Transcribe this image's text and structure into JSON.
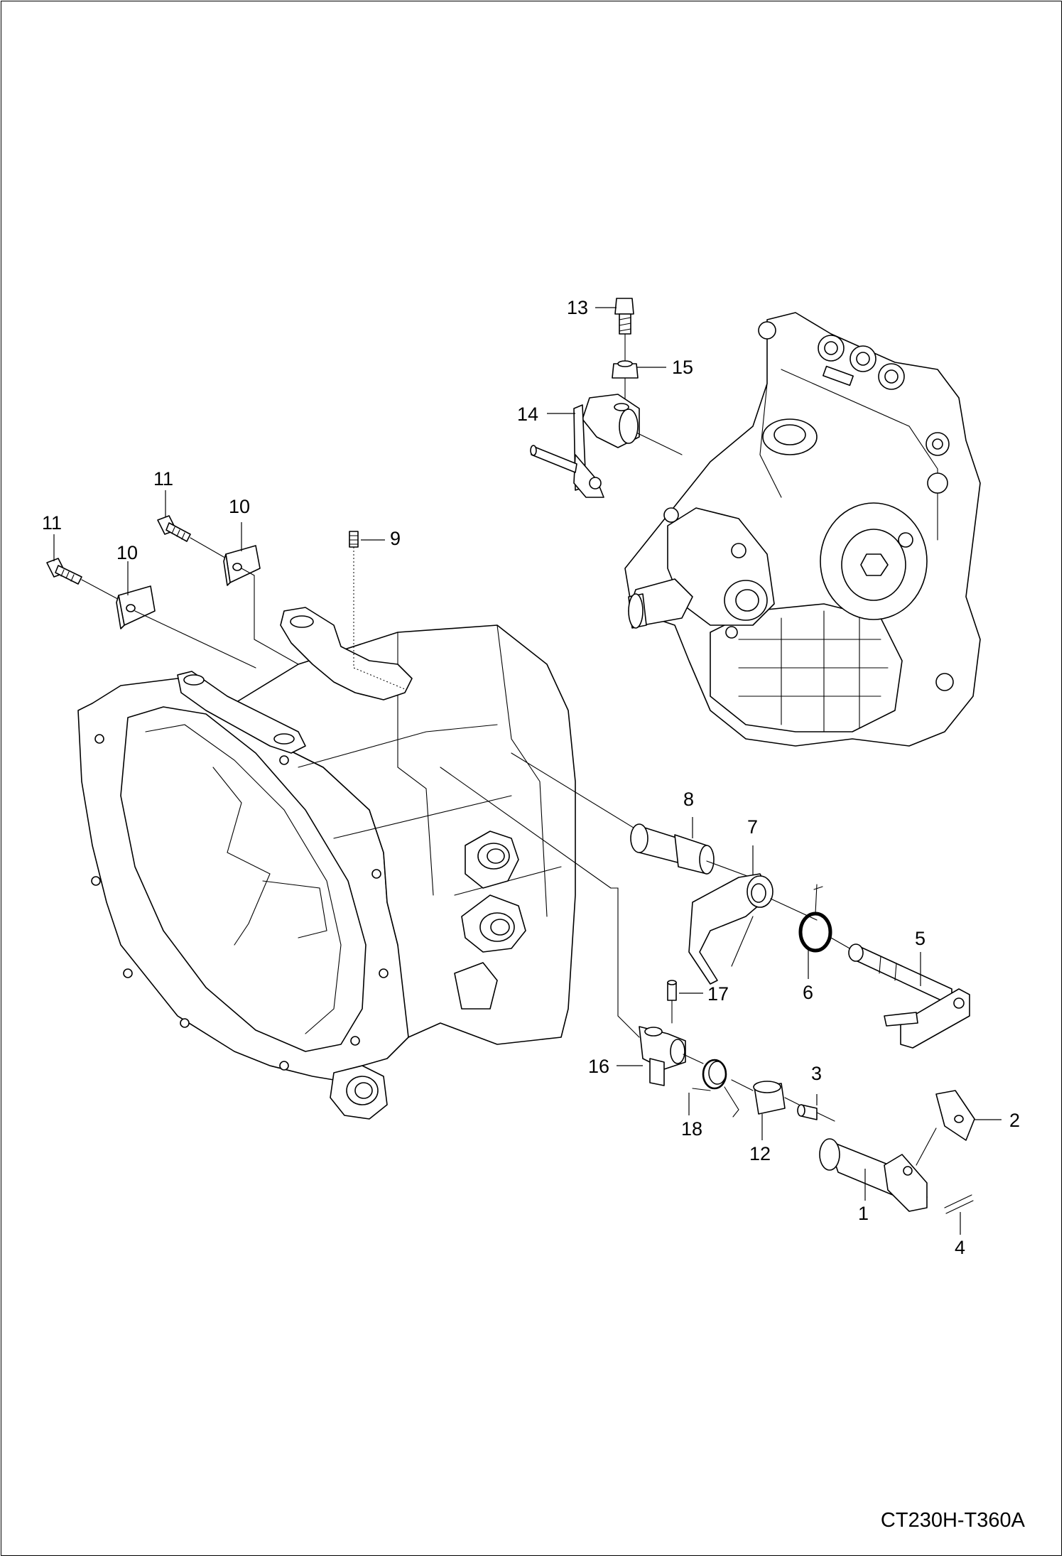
{
  "drawing_code": "CT230H-T360A",
  "callouts": {
    "c1": "1",
    "c2": "2",
    "c3": "3",
    "c4": "4",
    "c5": "5",
    "c6": "6",
    "c7": "7",
    "c8": "8",
    "c9": "9",
    "c10a": "10",
    "c10b": "10",
    "c11a": "11",
    "c11b": "11",
    "c12": "12",
    "c13": "13",
    "c14": "14",
    "c15": "15",
    "c16": "16",
    "c17": "17",
    "c18": "18"
  },
  "colors": {
    "line": "#000000",
    "background": "#ffffff"
  }
}
